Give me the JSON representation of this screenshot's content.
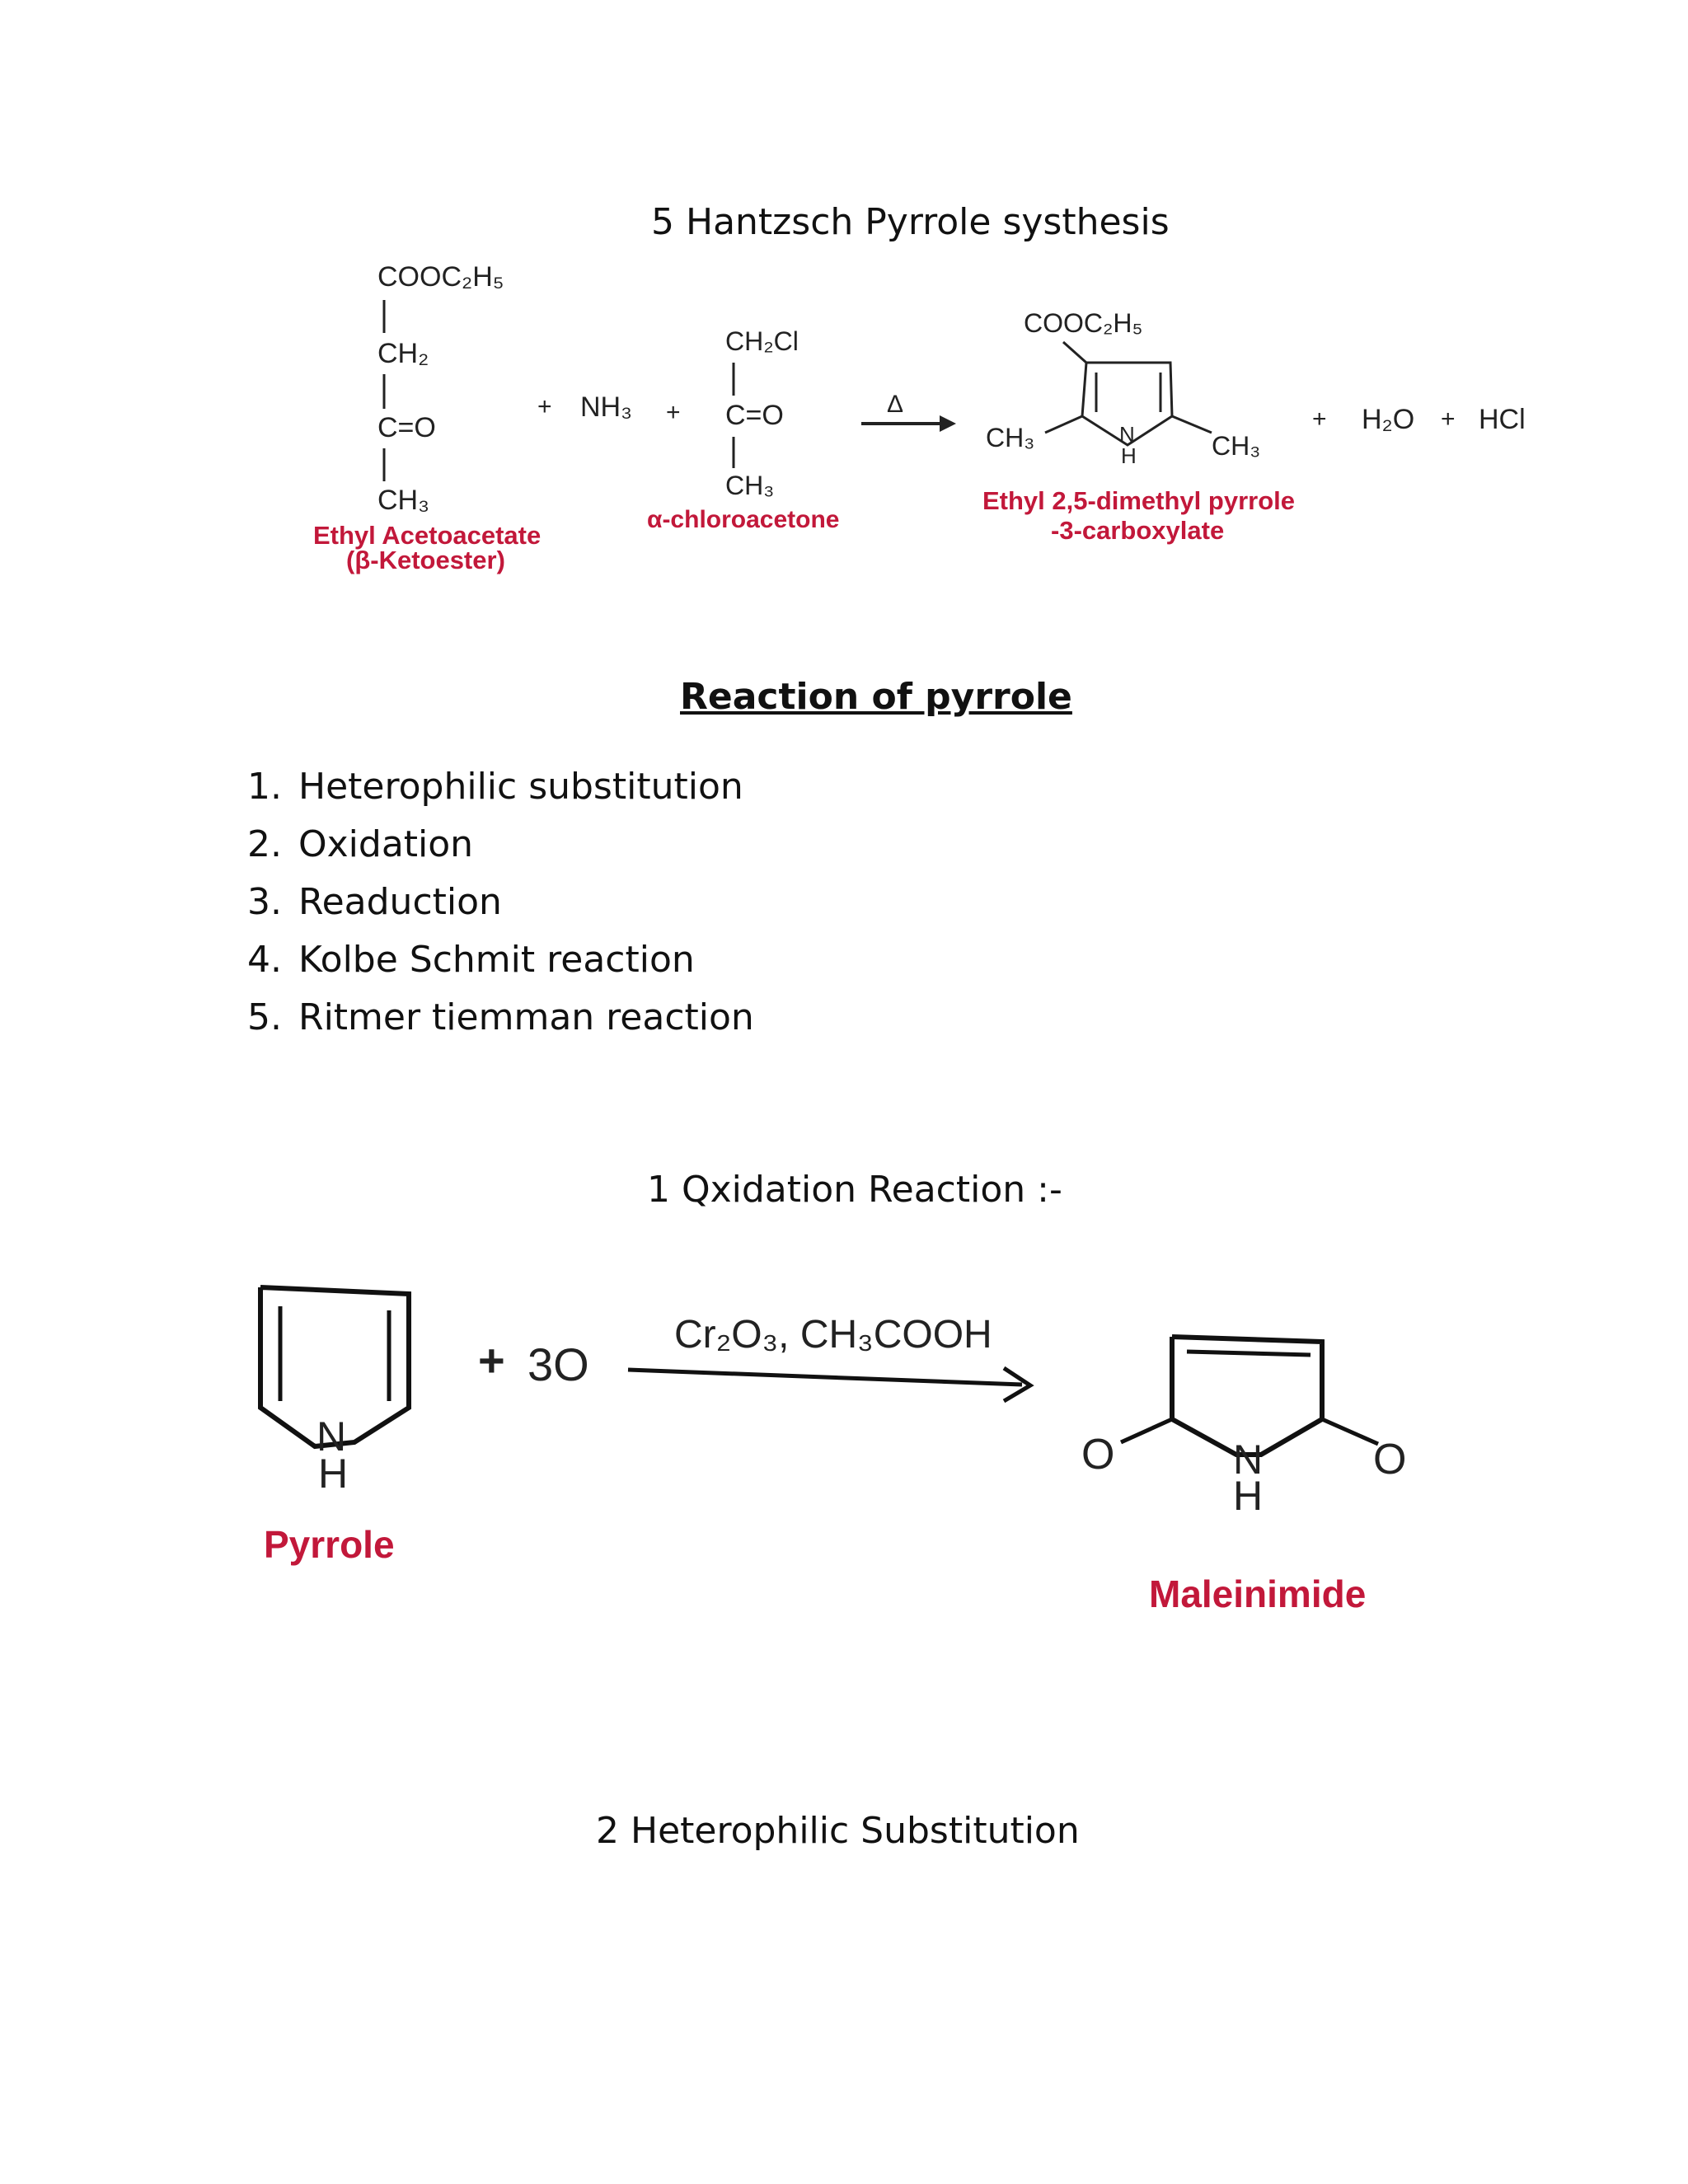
{
  "hantzsch": {
    "heading": "5 Hantzsch Pyrrole systhesis",
    "reactant1": {
      "top": "COOC₂H₅",
      "ch2": "CH₂",
      "carbonyl": "C=O",
      "bottom": "CH₃",
      "name_line1": "Ethyl Acetoacetate",
      "name_line2": "(β-Ketoester)"
    },
    "plus1": "+",
    "ammonia": "NH₃",
    "plus2": "+",
    "reactant3": {
      "top": "CH₂Cl",
      "carbonyl": "C=O",
      "bottom": "CH₃",
      "name": "α-chloroacetone"
    },
    "heat_symbol": "Δ",
    "product": {
      "ester": "COOC₂H₅",
      "left_methyl": "CH₃",
      "right_methyl": "CH₃",
      "nitrogen": "N",
      "hydrogen": "H",
      "name_line1": "Ethyl 2,5-dimethyl pyrrole",
      "name_line2": "-3-carboxylate"
    },
    "plus3": "+",
    "water": "H₂O",
    "plus4": "+",
    "hcl": "HCl"
  },
  "reactions": {
    "title": "Reaction of pyrrole",
    "items": [
      {
        "num": "1.",
        "label": "Heterophilic substitution"
      },
      {
        "num": "2.",
        "label": "Oxidation"
      },
      {
        "num": "3.",
        "label": "Readuction"
      },
      {
        "num": "4.",
        "label": "Kolbe Schmit reaction"
      },
      {
        "num": "5.",
        "label": "Ritmer tiemman reaction"
      }
    ]
  },
  "oxidation": {
    "heading": "1 Qxidation Reaction :-",
    "reactant_n": "N",
    "reactant_h": "H",
    "reactant_name": "Pyrrole",
    "plus": "+",
    "oxygen": "3O",
    "reagent": "Cr₂O₃, CH₃COOH",
    "product_n": "N",
    "product_h": "H",
    "product_o_left": "O",
    "product_o_right": "O",
    "product_name": "Maleinimide"
  },
  "substitution": {
    "heading": "2 Heterophilic Substitution"
  }
}
